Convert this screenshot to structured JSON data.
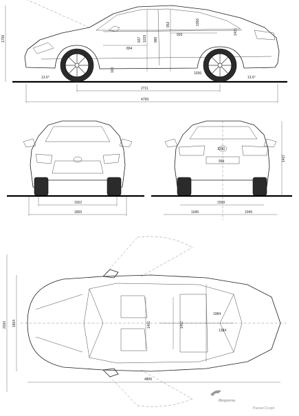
{
  "side_view": {
    "overall_length": "4799",
    "wheelbase": "2711",
    "height": "1759",
    "front_overhang_angle": "13.6°",
    "rear_overhang_angle": "13.6°",
    "ground_clearance": "160",
    "rear_legroom": "926",
    "front_legroom": "894",
    "headroom_front": "1019",
    "headroom_rear": "953",
    "roof_height_label": "1431",
    "rear_wheel_label": "1036",
    "side_small_labels": [
      "937",
      "986",
      "1056"
    ]
  },
  "front_view": {
    "track_front": "1552",
    "width": "1855"
  },
  "rear_view": {
    "track_rear": "1559",
    "height": "1437",
    "shoulder_width_rear": "1390",
    "elbow_width_rear": "994",
    "half_width_left": "1045",
    "half_width_right": "1045"
  },
  "top_view": {
    "overall_width_with_mirrors": "2020",
    "overall_width_label_left": "1804",
    "length": "4806",
    "interior_length": "1984",
    "rear_interior": "1384",
    "elbow_front": "1461",
    "elbow_rear": "1457"
  },
  "branding": {
    "logo": "Response.",
    "caption": "Passat Coupé"
  }
}
